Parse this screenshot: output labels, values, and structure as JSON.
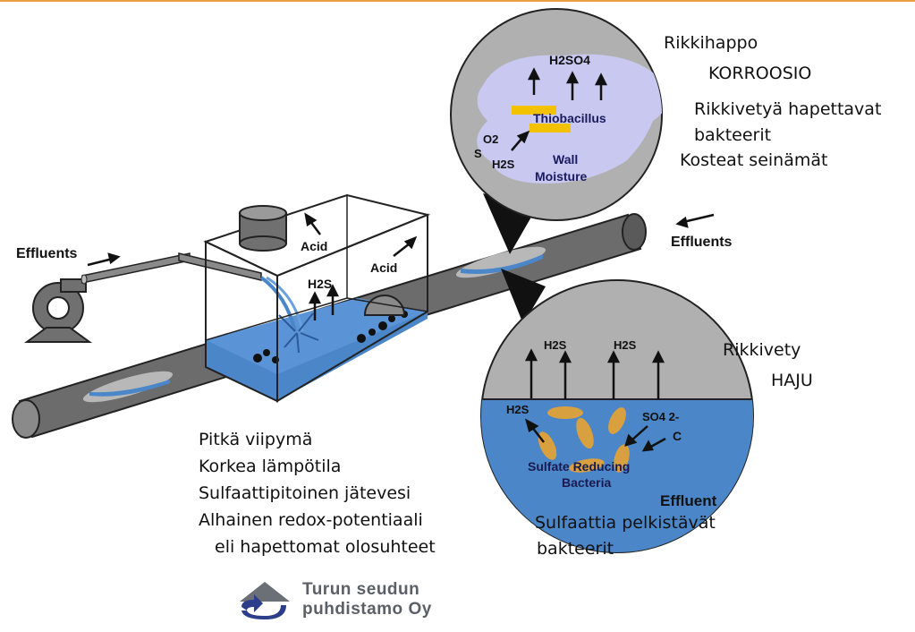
{
  "labels_en": {
    "effluents_left": "Effluents",
    "effluents_right": "Effluents",
    "acid_1": "Acid",
    "acid_2": "Acid",
    "h2s_box": "H2S",
    "thiobacillus": "Thiobacillus",
    "wall_moisture_1": "Wall",
    "wall_moisture_2": "Moisture",
    "h2so4": "H2SO4",
    "o2": "O2",
    "s": "S",
    "h2s_top": "H2S",
    "h2s_bottom_1": "H2S",
    "h2s_bottom_2": "H2S",
    "h2s_bottom_3": "H2S",
    "so4": "SO4 2-",
    "c": "C",
    "sulfate_reducing_1": "Sulfate Reducing",
    "sulfate_reducing_2": "Bacteria",
    "effluent": "Effluent"
  },
  "labels_fi": {
    "rikkihappo": "Rikkihappo",
    "korroosio": "KORROOSIO",
    "rikkivetya_1": "Rikkivetyä hapettavat",
    "rikkivetya_2": "bakteerit",
    "kosteat": "Kosteat seinämät",
    "rikkivety": "Rikkivety",
    "haju": "HAJU",
    "sulfaattia_1": "Sulfaattia pelkistävät",
    "sulfaattia_2": "bakteerit"
  },
  "conditions": [
    "Pitkä viipymä",
    "Korkea lämpötila",
    "Sulfaattipitoinen jätevesi",
    "Alhainen redox-potentiaali",
    "eli hapettomat olosuhteet"
  ],
  "logo": {
    "line1": "Turun seudun",
    "line2": "puhdistamo Oy"
  },
  "colors": {
    "pipe": "#6e6e6e",
    "water": "#4a86c8",
    "air_bubble": "#c8c8ec",
    "bacteria_bar": "#f2c200",
    "bacteria_oval": "#d9a040",
    "accent_line": "#e8a040",
    "logo": "#5b5f66"
  }
}
